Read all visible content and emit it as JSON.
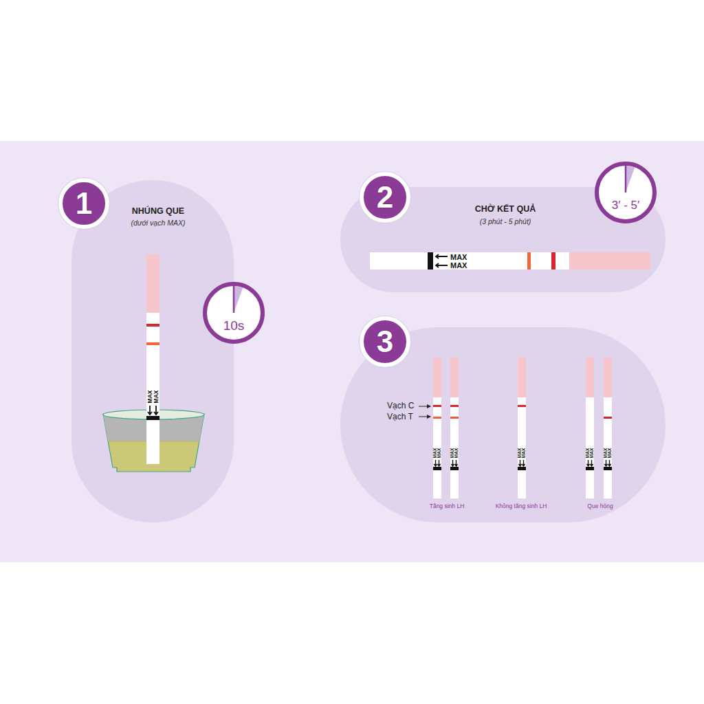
{
  "diagram": {
    "nodes": [
      {
        "text": [
          "NHÚNG QUE",
          "(dưới vạch MAX)"
        ]
      },
      {
        "text": [
          "1"
        ],
        "in": 0
      },
      {
        "text": [
          "10s"
        ],
        "in": 0
      },
      {
        "text": [
          "CHỜ KẾT QUẢ",
          "(3 phút - 5 phút)"
        ]
      },
      {
        "text": [
          "2"
        ],
        "in": 3
      },
      {
        "text": [
          "3′ - 5′"
        ],
        "in": 3
      },
      {
        "text": [
          "Vạch C",
          "Vạch T",
          "Tăng sinh LH",
          "Không tăng sinh LH",
          "Que hỏng"
        ]
      },
      {
        "text": [
          "3"
        ],
        "in": 6
      }
    ],
    "labels": [
      "MAX",
      "MAX",
      "MAX",
      "MAX",
      "MAX",
      "MAX",
      "MAX",
      "MAX",
      "MAX",
      "MAX",
      "MAX",
      "MAX",
      "MAX",
      "MAX"
    ]
  }
}
